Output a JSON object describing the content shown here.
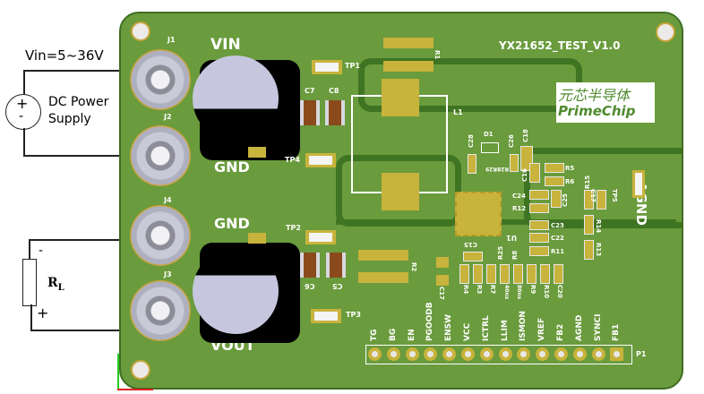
{
  "schematic": {
    "vin_label": "Vin=5~36V",
    "source_label_line1": "DC Power",
    "source_label_line2": "Supply",
    "source_plus": "+",
    "source_minus": "-",
    "load_label": "R",
    "load_subscript": "L",
    "load_minus": "-",
    "load_plus": "+"
  },
  "board": {
    "title": "YX21652_TEST_V1.0",
    "logo_cn": "元芯半导体",
    "logo_en": "PrimeChip",
    "net_labels": {
      "vin": "VIN",
      "gnd_top": "GND",
      "gnd_bottom": "GND",
      "vout": "VOUT",
      "agnd": "AGND"
    },
    "connectors": [
      "J1",
      "J2",
      "J4",
      "J3"
    ],
    "test_points": [
      "TP1",
      "TP4",
      "TP2",
      "TP3",
      "TP5"
    ],
    "capacitors": [
      "C7",
      "C8",
      "C6",
      "C5",
      "C28",
      "C26",
      "C18",
      "C16",
      "C24",
      "C25",
      "C23",
      "C22",
      "C20",
      "C29",
      "C15",
      "C17"
    ],
    "resistors": [
      "R1",
      "R2",
      "R5",
      "R6",
      "R12",
      "R11",
      "R15",
      "R14",
      "R13",
      "R4",
      "R3",
      "R7",
      "R25",
      "R8",
      "R9",
      "R10",
      "R29",
      "R28"
    ],
    "other_refs": {
      "inductor": "L1",
      "diode": "D1",
      "ic": "U1",
      "header": "P1"
    },
    "annotations": [
      "40ns",
      "80ns"
    ],
    "header_pins": [
      "TG",
      "BG",
      "EN",
      "PGOODB",
      "ENSW",
      "VCC",
      "ICTRL",
      "LLIM",
      "ISMON",
      "VREF",
      "FB2",
      "AGND",
      "SYNCI",
      "FB1"
    ]
  }
}
